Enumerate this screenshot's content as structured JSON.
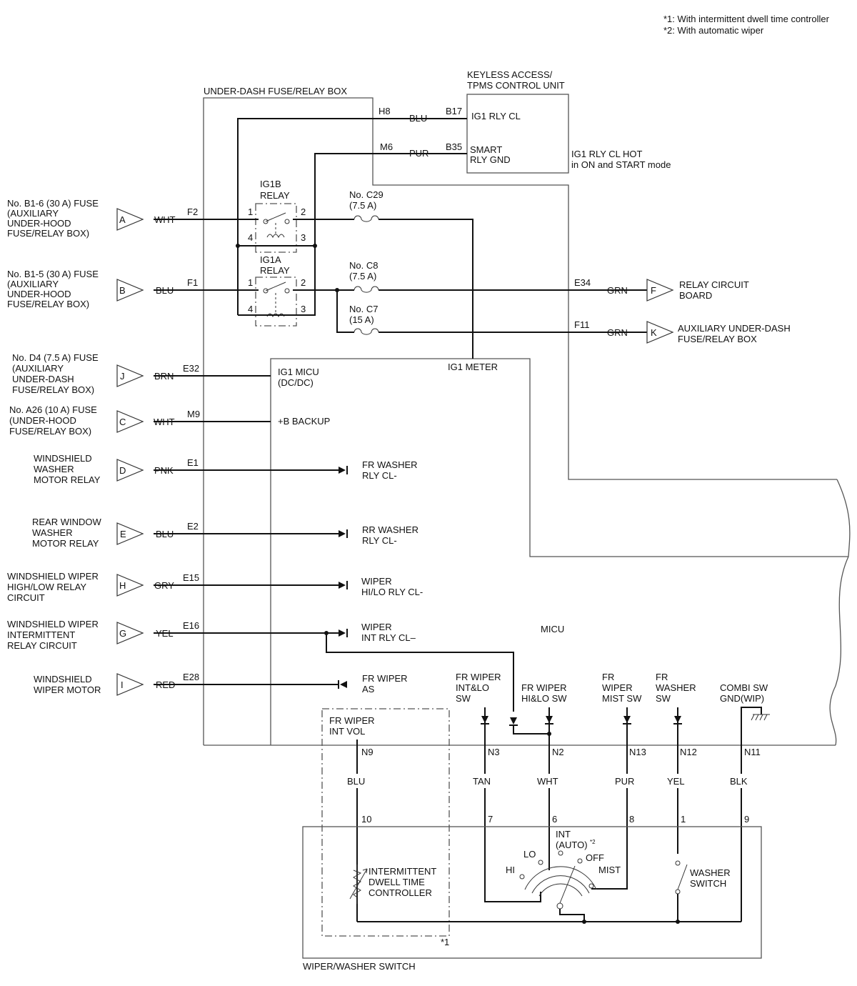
{
  "notes": {
    "n1": "*1: With intermittent dwell time controller",
    "n2": "*2: With automatic wiper"
  },
  "keyless": {
    "title1": "KEYLESS ACCESS/",
    "title2": "TPMS CONTROL UNIT",
    "ig1_rly_cl": "IG1 RLY CL",
    "smart1": "SMART",
    "smart2": "RLY GND",
    "hot1": "IG1 RLY CL HOT",
    "hot2": "in ON and START mode",
    "b17": "B17",
    "b35": "B35"
  },
  "underdash": {
    "title": "UNDER-DASH FUSE/RELAY BOX",
    "h8": "H8",
    "m6": "M6",
    "blu": "BLU",
    "pur": "PUR",
    "ig1b1": "IG1B",
    "ig1b2": "RELAY",
    "ig1a1": "IG1A",
    "ig1a2": "RELAY",
    "c29a": "No. C29",
    "c29b": "(7.5 A)",
    "c8a": "No. C8",
    "c8b": "(7.5 A)",
    "c7a": "No. C7",
    "c7b": "(15 A)",
    "pin1": "1",
    "pin2": "2",
    "pin3": "3",
    "pin4": "4",
    "e34": "E34",
    "f11": "F11",
    "grn": "GRN",
    "relay_board1": "RELAY CIRCUIT",
    "relay_board2": "BOARD",
    "aux_ud1": "AUXILIARY UNDER-DASH",
    "aux_ud2": "FUSE/RELAY BOX",
    "F": "F",
    "K": "K"
  },
  "inputs": [
    {
      "desc": [
        "No. B1-6 (30 A) FUSE",
        "(AUXILIARY",
        "UNDER-HOOD",
        "FUSE/RELAY BOX)"
      ],
      "letter": "A",
      "color": "WHT",
      "pin": "F2"
    },
    {
      "desc": [
        "No. B1-5 (30 A) FUSE",
        "(AUXILIARY",
        "UNDER-HOOD",
        "FUSE/RELAY BOX)"
      ],
      "letter": "B",
      "color": "BLU",
      "pin": "F1"
    },
    {
      "desc": [
        "No. D4 (7.5 A) FUSE",
        "(AUXILIARY",
        "UNDER-DASH",
        "FUSE/RELAY BOX)"
      ],
      "letter": "J",
      "color": "BRN",
      "pin": "E32"
    },
    {
      "desc": [
        "No. A26 (10 A) FUSE",
        "(UNDER-HOOD",
        "FUSE/RELAY BOX)"
      ],
      "letter": "C",
      "color": "WHT",
      "pin": "M9"
    },
    {
      "desc": [
        "WINDSHIELD",
        "WASHER",
        "MOTOR RELAY"
      ],
      "letter": "D",
      "color": "PNK",
      "pin": "E1"
    },
    {
      "desc": [
        "REAR WINDOW",
        "WASHER",
        "MOTOR RELAY"
      ],
      "letter": "E",
      "color": "BLU",
      "pin": "E2"
    },
    {
      "desc": [
        "WINDSHIELD WIPER",
        "HIGH/LOW RELAY",
        "CIRCUIT"
      ],
      "letter": "H",
      "color": "GRY",
      "pin": "E15"
    },
    {
      "desc": [
        "WINDSHIELD WIPER",
        "INTERMITTENT",
        "RELAY CIRCUIT"
      ],
      "letter": "G",
      "color": "YEL",
      "pin": "E16"
    },
    {
      "desc": [
        "WINDSHIELD",
        "WIPER MOTOR"
      ],
      "letter": "I",
      "color": "RED",
      "pin": "E28"
    }
  ],
  "micu": {
    "title": "MICU",
    "ig1_micu1": "IG1 MICU",
    "ig1_micu2": "(DC/DC)",
    "ig1_meter": "IG1 METER",
    "backup": "+B BACKUP",
    "fr_washer1": "FR WASHER",
    "fr_washer2": "RLY CL-",
    "rr_washer1": "RR WASHER",
    "rr_washer2": "RLY CL-",
    "wiper_hilo1": "WIPER",
    "wiper_hilo2": "HI/LO RLY CL-",
    "wiper_int1": "WIPER",
    "wiper_int2": "INT RLY CL–",
    "fr_wiper_as1": "FR WIPER",
    "fr_wiper_as2": "AS",
    "int_vol1": "FR WIPER",
    "int_vol2": "INT VOL",
    "intlo1": "FR WIPER",
    "intlo2": "INT&LO",
    "intlo3": "SW",
    "hilo1": "FR WIPER",
    "hilo2": "HI&LO SW",
    "mist1": "FR",
    "mist2": "WIPER",
    "mist3": "MIST SW",
    "washsw1": "FR",
    "washsw2": "WASHER",
    "washsw3": "SW",
    "gnd1": "COMBI SW",
    "gnd2": "GND(WIP)"
  },
  "bottom_pins": [
    {
      "pin": "N9",
      "color": "BLU",
      "term": "10"
    },
    {
      "pin": "N3",
      "color": "TAN",
      "term": "7"
    },
    {
      "pin": "N2",
      "color": "WHT",
      "term": "6"
    },
    {
      "pin": "N13",
      "color": "PUR",
      "term": "8"
    },
    {
      "pin": "N12",
      "color": "YEL",
      "term": "1"
    },
    {
      "pin": "N11",
      "color": "BLK",
      "term": "9"
    }
  ],
  "switch": {
    "title": "WIPER/WASHER SWITCH",
    "dwell1": "INTERMITTENT",
    "dwell2": "DWELL TIME",
    "dwell3": "CONTROLLER",
    "hi": "HI",
    "lo": "LO",
    "int1": "INT",
    "int2": "(AUTO)",
    "int_sup": "*2",
    "off": "OFF",
    "mist": "MIST",
    "wash1": "WASHER",
    "wash2": "SWITCH",
    "star1": "*1"
  }
}
